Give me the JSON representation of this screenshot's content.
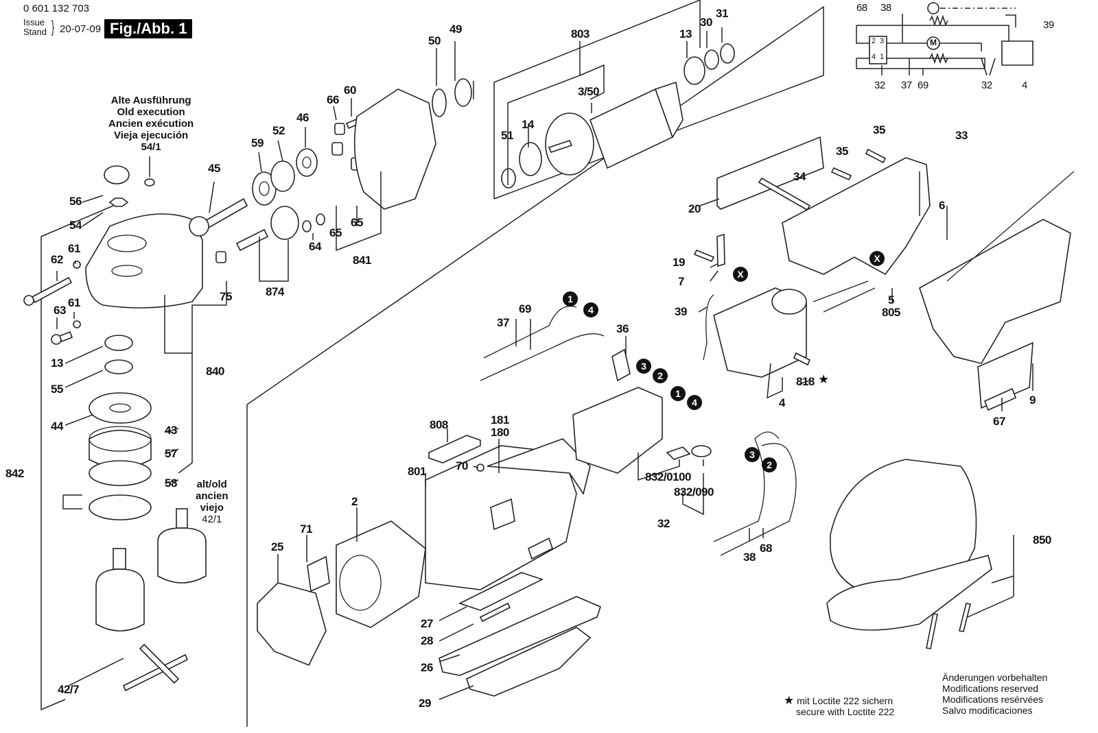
{
  "header": {
    "part_number": "0 601 132 703",
    "issue_label": "Issue",
    "stand_label": "Stand",
    "date": "20-07-09",
    "figure": "Fig./Abb. 1"
  },
  "notes": {
    "old_execution": [
      "Alte Ausführung",
      "Old execution",
      "Ancien exécution",
      "Vieja ejecución",
      "54/1"
    ],
    "alt_old": [
      "alt/old",
      "ancien",
      "viejo",
      "42/1"
    ]
  },
  "footer": {
    "loctite": [
      "mit Loctite 222 sichern",
      "secure with Loctite 222"
    ],
    "star_icon": "star-icon",
    "modifications": [
      "Änderungen vorbehalten",
      "Modifications reserved",
      "Modifications resérvées",
      "Salvo modificaciones"
    ]
  },
  "schematic": {
    "labels": [
      "68",
      "38",
      "39",
      "32",
      "37",
      "69",
      "32",
      "4"
    ],
    "terminals": [
      "2",
      "3",
      "4",
      "1"
    ],
    "motor": "M",
    "icons": [
      "ground-icon",
      "resistor-icon",
      "motor-icon",
      "switch-icon",
      "plug-icon"
    ]
  },
  "callouts": [
    "1",
    "4",
    "3",
    "2",
    "1",
    "4",
    "3",
    "2",
    "X",
    "X"
  ],
  "part_labels": [
    "803",
    "13",
    "30",
    "31",
    "50",
    "49",
    "3/50",
    "14",
    "51",
    "66",
    "60",
    "46",
    "52",
    "59",
    "45",
    "54/1",
    "56",
    "54",
    "61",
    "62",
    "63",
    "61",
    "13",
    "55",
    "44",
    "43",
    "57",
    "58",
    "842",
    "840",
    "75",
    "874",
    "64",
    "65",
    "65",
    "841",
    "35",
    "35",
    "33",
    "34",
    "20",
    "6",
    "19",
    "7",
    "39",
    "5",
    "805",
    "818",
    "4",
    "9",
    "67",
    "37",
    "69",
    "36",
    "808",
    "181",
    "180",
    "70",
    "801",
    "2",
    "71",
    "25",
    "27",
    "28",
    "26",
    "29",
    "832/0100",
    "832/090",
    "32",
    "38",
    "68",
    "850",
    "42/7"
  ]
}
